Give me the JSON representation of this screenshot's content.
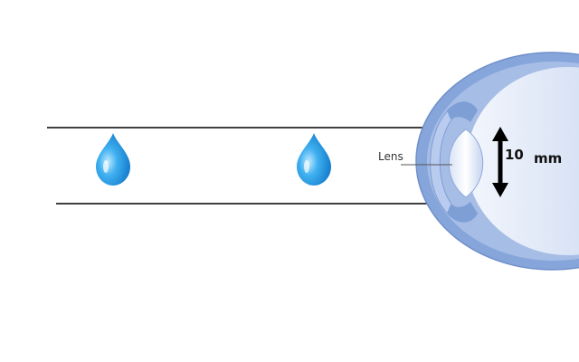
{
  "labels": {
    "lens": "Lens",
    "measure_value": "10",
    "measure_unit": "mm"
  },
  "icons": {
    "droplet": "water-drop-icon",
    "arrow": "double-arrow-icon"
  },
  "colors": {
    "drop_blue": "#1a8fe0",
    "eye_outer": "#7e9ed6",
    "eye_inner": "#cfdcf2",
    "line": "#000000"
  }
}
